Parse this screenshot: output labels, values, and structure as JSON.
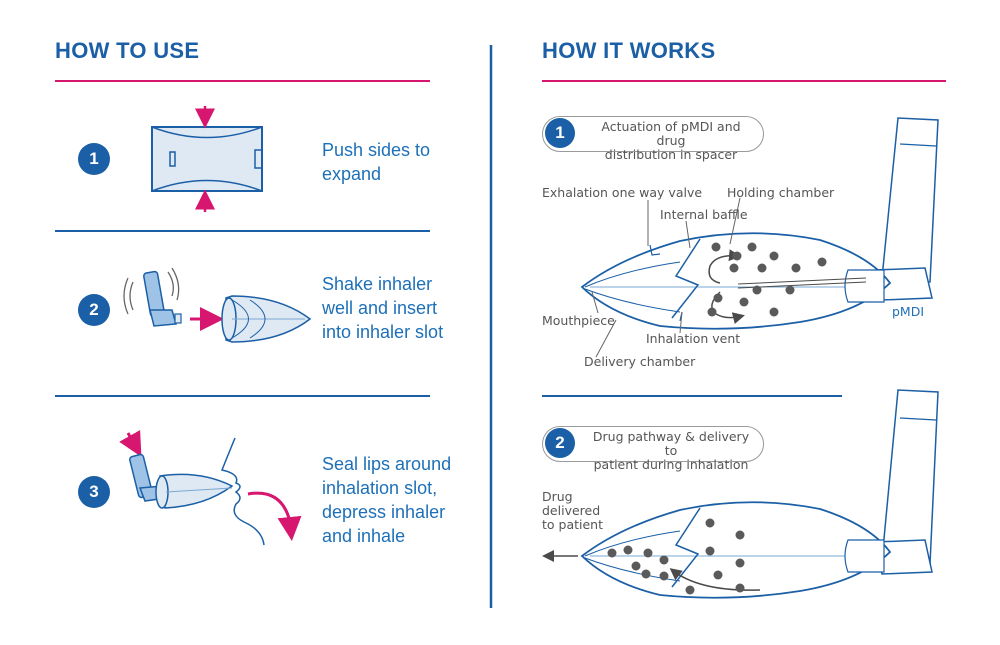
{
  "left": {
    "title": "HOW TO USE",
    "steps": [
      {
        "number": "1",
        "text": "Push sides to\nexpand"
      },
      {
        "number": "2",
        "text": "Shake inhaler\nwell and insert\ninto inhaler slot"
      },
      {
        "number": "3",
        "text": "Seal lips around\ninhalation slot,\ndepress inhaler\nand inhale"
      }
    ]
  },
  "right": {
    "title": "HOW IT WORKS",
    "panel1": {
      "number": "1",
      "caption": "Actuation of pMDI and drug\ndistribution in spacer",
      "labels": {
        "exhalation_valve": "Exhalation one way valve",
        "holding_chamber": "Holding chamber",
        "internal_baffle": "Internal baffle",
        "mouthpiece": "Mouthpiece",
        "inhalation_vent": "Inhalation vent",
        "delivery_chamber": "Delivery chamber",
        "pmdi": "pMDI"
      }
    },
    "panel2": {
      "number": "2",
      "caption": "Drug pathway & delivery to\npatient during inhalation",
      "labels": {
        "drug_delivered": "Drug\ndelivered\nto patient"
      }
    }
  },
  "colors": {
    "heading_blue": "#1b5fa6",
    "text_blue": "#1d70b8",
    "accent_magenta": "#d6166f",
    "device_fill": "#dfe9f4",
    "particle_grey": "#5a5a5a"
  }
}
